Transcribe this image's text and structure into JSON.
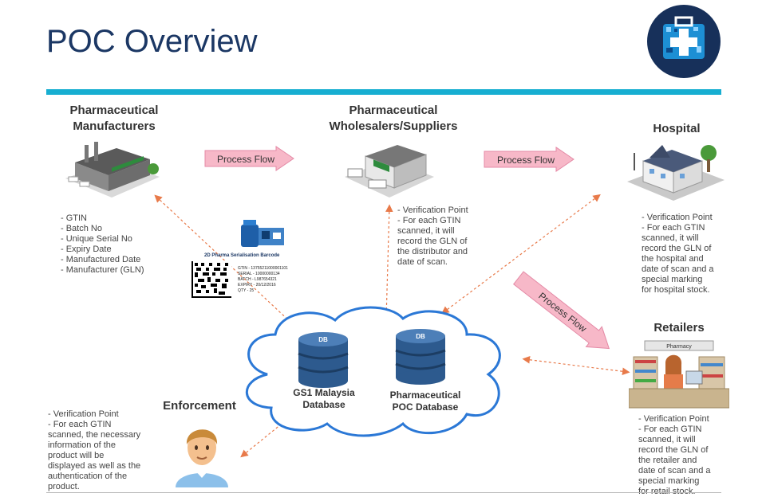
{
  "title": "POC Overview",
  "logo_icon": "medical-cross-barcode-logo",
  "nodes": {
    "manufacturers": {
      "title_lines": [
        "Pharmaceutical",
        "Manufacturers"
      ],
      "attributes": [
        "- GTIN",
        "- Batch No",
        "- Unique Serial No",
        "- Expiry Date",
        "- Manufactured Date",
        "- Manufacturer (GLN)"
      ]
    },
    "wholesalers": {
      "title_lines": [
        "Pharmaceutical",
        "Wholesalers/Suppliers"
      ],
      "note": [
        "- Verification Point",
        "- For each GTIN",
        "scanned, it will",
        "record the GLN of",
        "the distributor and",
        "date of scan."
      ]
    },
    "hospital": {
      "title": "Hospital",
      "note": [
        "- Verification Point",
        "- For each GTIN",
        "scanned, it will",
        "record the GLN of",
        "the hospital and",
        "date of scan and a",
        "special marking",
        "for hospital stock."
      ]
    },
    "retailers": {
      "title": "Retailers",
      "sign": "Pharmacy",
      "note": [
        "- Verification Point",
        "- For each GTIN",
        "scanned, it will",
        "record the GLN of",
        "the retailer and",
        "date of scan and a",
        "special marking",
        "for retail stock."
      ]
    },
    "enforcement": {
      "title": "Enforcement",
      "note": [
        "- Verification Point",
        "- For each GTIN",
        "scanned, the necessary",
        "information of the",
        "product will be",
        "displayed as well as the",
        "authentication of the",
        "product."
      ]
    }
  },
  "flows": {
    "flow1": "Process Flow",
    "flow2": "Process Flow",
    "flow3": "Process Flow"
  },
  "barcode": {
    "title": "2D Pharma Serialisation Barcode",
    "lines": [
      "GTIN - 13755211000001101",
      "SERIAL - 10000000134",
      "BATCH - L987654321",
      "EXPIRY - 20/12/2016",
      "QTY - 25"
    ]
  },
  "databases": {
    "gs1": {
      "icon_text": "DB",
      "label_lines": [
        "GS1 Malaysia",
        "Database"
      ]
    },
    "poc": {
      "icon_text": "DB",
      "label_lines": [
        "Pharmaceutical",
        "POC Database"
      ]
    }
  },
  "colors": {
    "title": "#1b3764",
    "rule": "#17aed1",
    "flow_arrow": "#f7b8c8",
    "connector": "#e87a4a",
    "cloud_stroke": "#2b78d6",
    "db_blue": "#2d5a8e"
  }
}
